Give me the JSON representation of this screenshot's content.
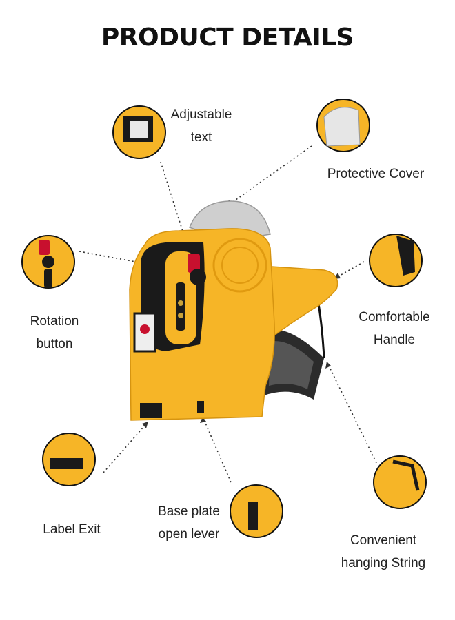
{
  "title": "PRODUCT DETAILS",
  "labels": {
    "adjustable_text": [
      "Adjustable",
      "text"
    ],
    "protective_cover": [
      "Protective Cover"
    ],
    "rotation_button": [
      "Rotation",
      "button"
    ],
    "comfortable_handle": [
      "Comfortable",
      "Handle"
    ],
    "label_exit": [
      "Label Exit"
    ],
    "base_plate": [
      "Base plate",
      "open lever"
    ],
    "hanging_string": [
      "Convenient",
      "hanging String"
    ]
  },
  "colors": {
    "body": "#F6B527",
    "body_dark": "#E09A10",
    "accent_red": "#C8102E",
    "black": "#1A1A1A",
    "cover": "#D8D8D8"
  }
}
